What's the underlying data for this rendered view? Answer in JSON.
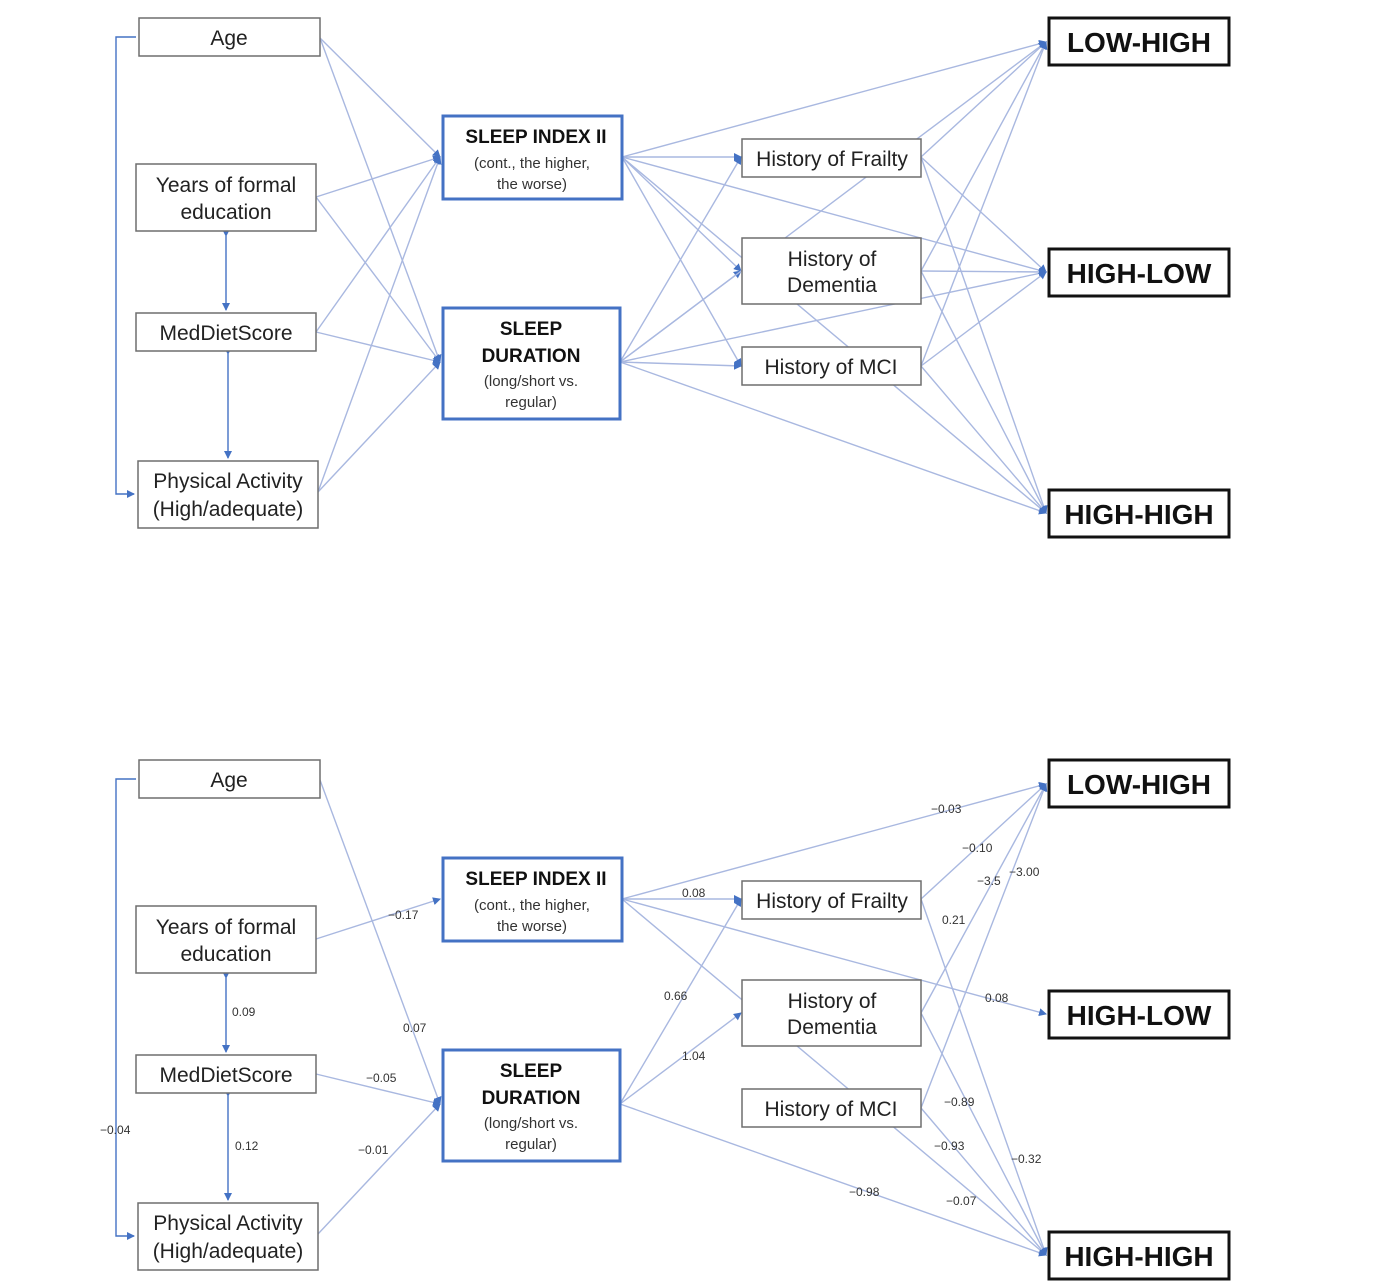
{
  "nodes": {
    "age": {
      "lines": [
        "Age"
      ]
    },
    "education": {
      "lines": [
        "Years of formal",
        "education"
      ]
    },
    "meddiet": {
      "lines": [
        "MedDietScore"
      ]
    },
    "physical": {
      "lines": [
        "Physical Activity",
        "(High/adequate)"
      ]
    },
    "sleep_index": {
      "title": "SLEEP INDEX II",
      "sub": [
        "(cont., the higher,",
        "the worse)"
      ]
    },
    "sleep_duration": {
      "title": [
        "SLEEP",
        "DURATION"
      ],
      "sub": [
        "(long/short vs.",
        "regular)"
      ]
    },
    "frailty": {
      "lines": [
        "History of Frailty"
      ]
    },
    "dementia": {
      "lines": [
        "History of",
        "Dementia"
      ]
    },
    "mci": {
      "lines": [
        "History of MCI"
      ]
    },
    "low_high": {
      "lines": [
        "LOW-HIGH"
      ]
    },
    "high_low": {
      "lines": [
        "HIGH-LOW"
      ]
    },
    "high_high": {
      "lines": [
        "HIGH-HIGH"
      ]
    }
  },
  "bottom_coefficients": {
    "edu_to_index": "−0.17",
    "age_to_duration": "0.07",
    "meddiet_to_duration": "−0.05",
    "physical_to_duration": "−0.01",
    "edu_meddiet_corr": "0.09",
    "meddiet_physical_corr": "0.12",
    "age_physical_corr": "−0.04",
    "index_to_frailty": "0.08",
    "index_to_lowhigh": "−0.03",
    "index_to_highlow": "0.08",
    "duration_to_frailty": "0.66",
    "duration_to_dementia": "1.04",
    "duration_to_highhigh": "−0.98",
    "frailty_to_lowhigh": "−0.10",
    "dementia_to_lowhigh": "−3.5",
    "mci_to_lowhigh": "−3.00",
    "frailty_to_highhigh": "0.21",
    "frailty_to_highhigh_lower": "−0.32",
    "dementia_to_highhigh": "−0.89",
    "index_to_highhigh": "−0.93",
    "mci_to_highhigh": "−0.07"
  },
  "colors": {
    "arrow": "#a9b8e0",
    "correlation": "#4472c4",
    "mediator_border": "#4472c4",
    "outcome_border": "#111111"
  }
}
